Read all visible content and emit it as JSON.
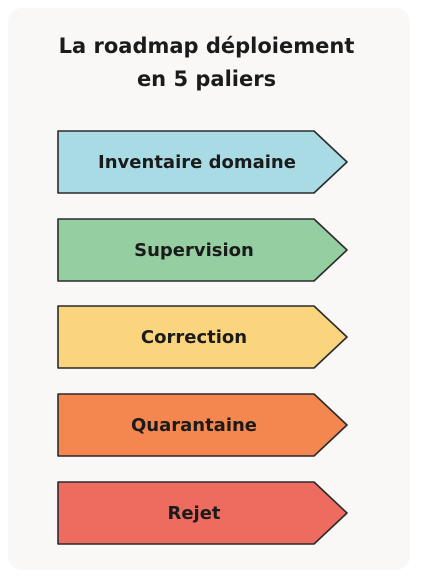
{
  "title": {
    "line1": "La roadmap déploiement",
    "line2": "en 5 paliers"
  },
  "steps": [
    {
      "label": "Inventaire domaine",
      "color": "#a9dbe4"
    },
    {
      "label": "Supervision",
      "color": "#95cea1"
    },
    {
      "label": "Correction",
      "color": "#fbd57e"
    },
    {
      "label": "Quarantaine",
      "color": "#f4874f"
    },
    {
      "label": "Rejet",
      "color": "#ee6b5f"
    }
  ],
  "colors": {
    "background": "#faf8f6",
    "outline": "#2b2b2b",
    "text": "#1b1b1b"
  }
}
